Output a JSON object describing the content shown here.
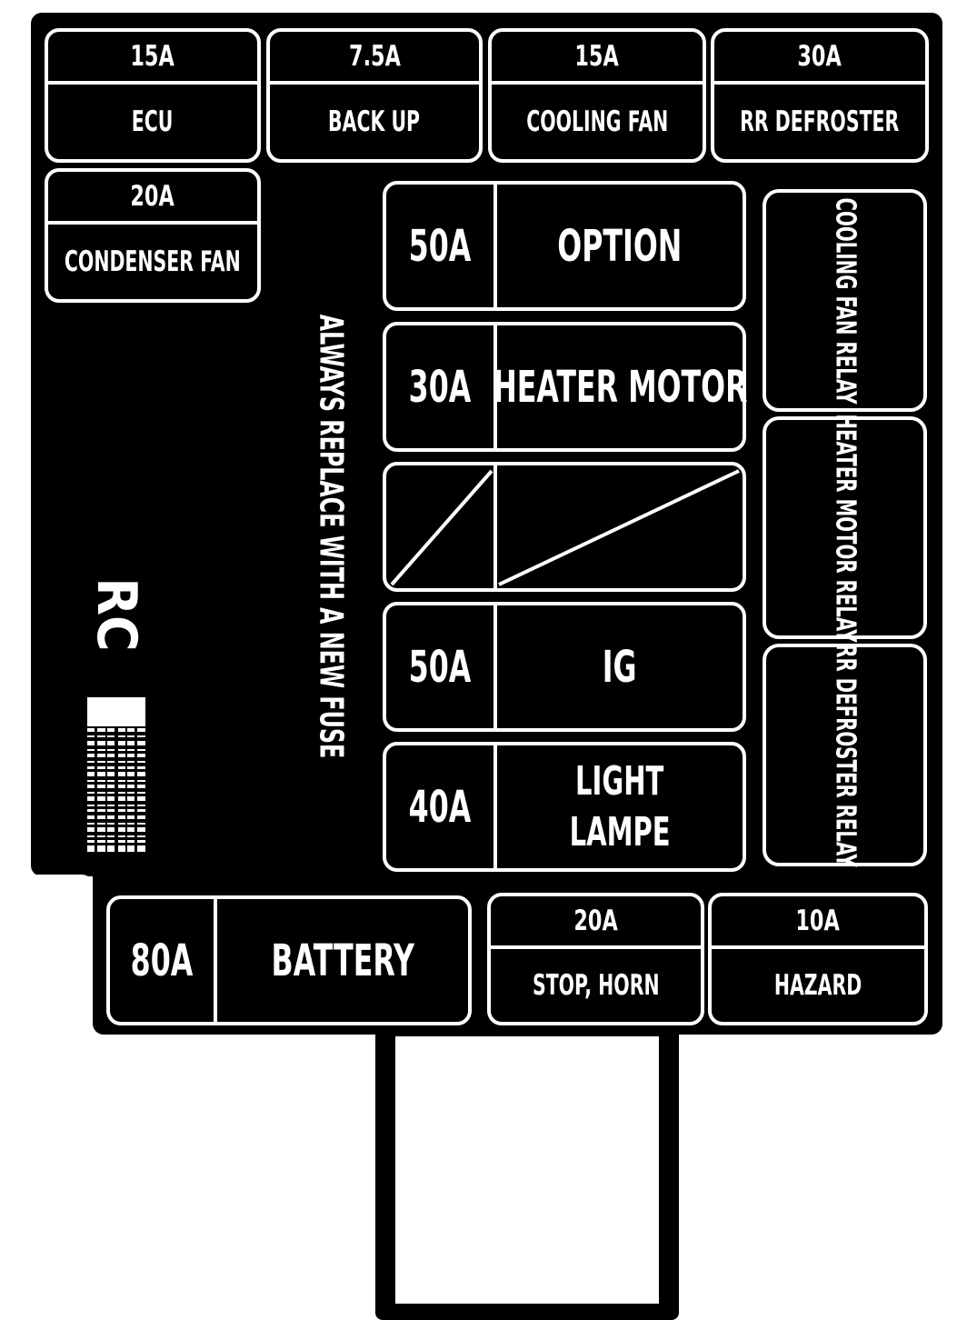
{
  "top_row": [
    {
      "amp": "15A",
      "name": "ECU"
    },
    {
      "amp": "7.5A",
      "name": "BACK UP"
    },
    {
      "amp": "15A",
      "name": "COOLING FAN"
    },
    {
      "amp": "30A",
      "name": "RR DEFROSTER"
    }
  ],
  "condenser": {
    "amp": "20A",
    "name": "CONDENSER FAN"
  },
  "big_fuses": [
    {
      "amp": "50A",
      "name": "OPTION"
    },
    {
      "amp": "30A",
      "name": "HEATER MOTOR"
    },
    {
      "amp": "",
      "name": ""
    },
    {
      "amp": "50A",
      "name": "IG"
    },
    {
      "amp": "40A",
      "name_line1": "LIGHT",
      "name_line2": "LAMPE"
    }
  ],
  "relays": [
    {
      "name": "COOLING FAN RELAY"
    },
    {
      "name": "HEATER MOTOR RELAY"
    },
    {
      "name": "RR DEFROSTER RELAY"
    }
  ],
  "warning": "ALWAYS REPLACE WITH A NEW FUSE",
  "code": "RC",
  "bottom": {
    "battery": {
      "amp": "80A",
      "name": "BATTERY"
    },
    "small": [
      {
        "amp": "20A",
        "name": "STOP, HORN"
      },
      {
        "amp": "10A",
        "name": "HAZARD"
      }
    ]
  },
  "colors": {
    "background": "#000000",
    "foreground": "#ffffff"
  }
}
